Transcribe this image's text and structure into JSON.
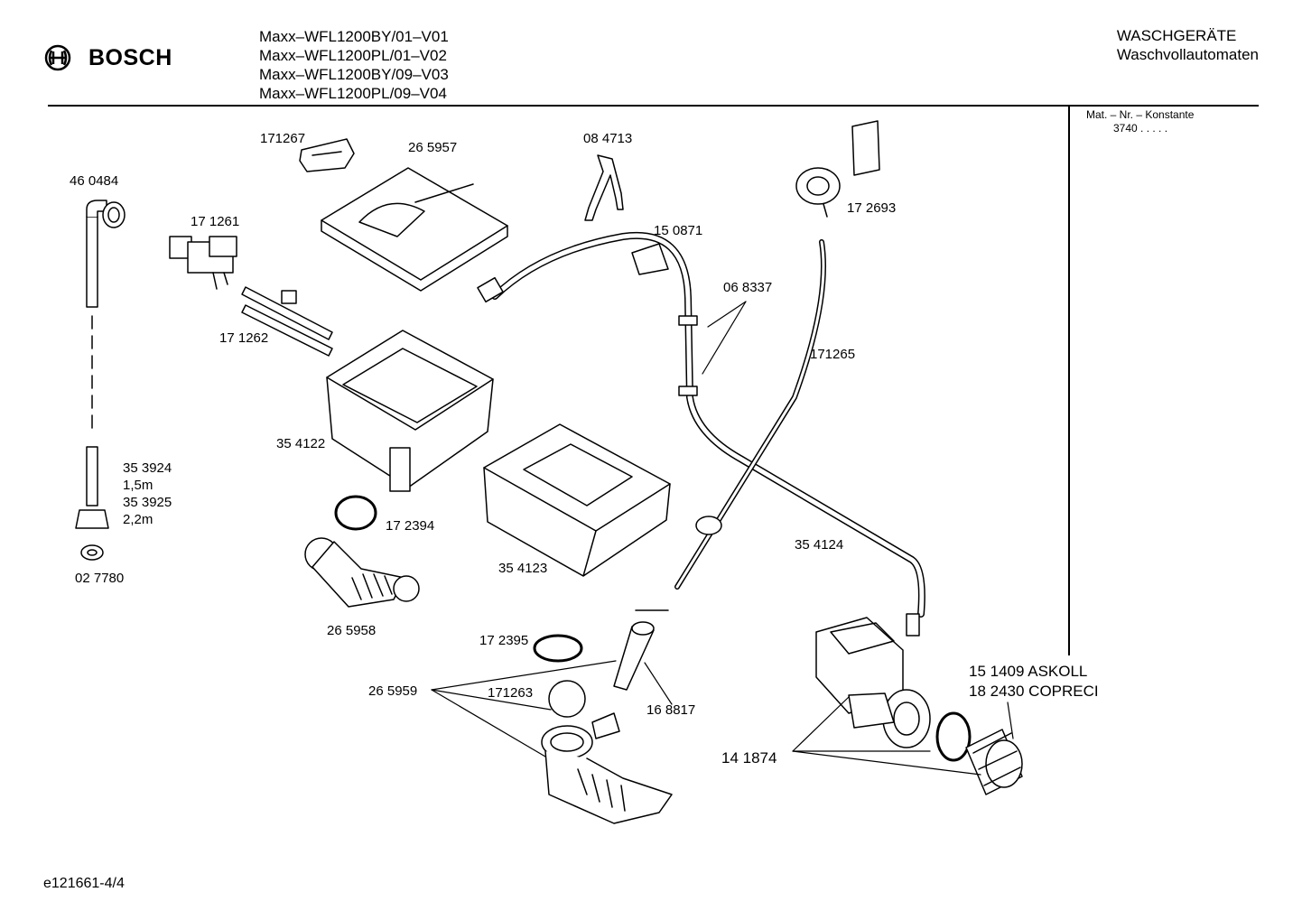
{
  "header": {
    "brand": "BOSCH",
    "models": [
      "Maxx–WFL1200BY/01–V01",
      "Maxx–WFL1200PL/01–V02",
      "Maxx–WFL1200BY/09–V03",
      "Maxx–WFL1200PL/09–V04"
    ],
    "category_line1": "WASCHGERÄTE",
    "category_line2": "Waschvollautomaten"
  },
  "mat_box": {
    "label": "Mat. – Nr. – Konstante",
    "value": "3740  .   .   .   .   ."
  },
  "parts": {
    "p460484": "46 0484",
    "p171267": "171267",
    "p265957": "26 5957",
    "p084713": "08 4713",
    "p172693": "17 2693",
    "p171261": "17 1261",
    "p150871": "15 0871",
    "p068337": "06 8337",
    "p171262": "17 1262",
    "p171265": "171265",
    "p354122": "35 4122",
    "p353924": "35 3924",
    "len15": "1,5m",
    "p353925": "35 3925",
    "len22": "2,2m",
    "p172394": "17 2394",
    "p354124": "35 4124",
    "p027780": "02 7780",
    "p354123": "35 4123",
    "p265958": "26 5958",
    "p172395": "17 2395",
    "p151409": "15 1409  ASKOLL",
    "p182430": "18 2430  COPRECI",
    "p265959": "26 5959",
    "p171263": "171263",
    "p168817": "16 8817",
    "p141874": "14 1874"
  },
  "footer": {
    "doc_id": "e121661-4/4"
  }
}
